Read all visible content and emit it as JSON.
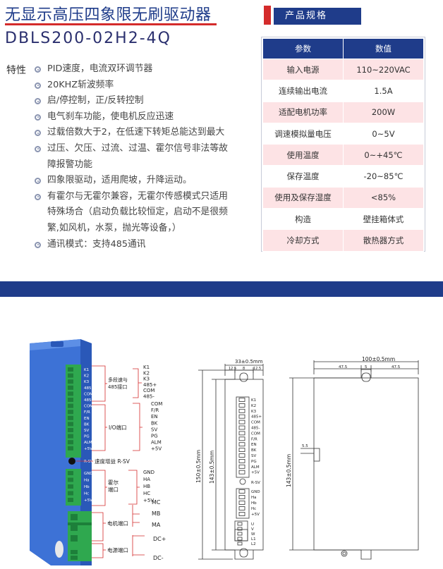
{
  "title": {
    "cn": "无显示高压四象限无刷驱动器",
    "en": "DBLS200-02H2-4Q"
  },
  "features": {
    "label": "特性",
    "items": [
      [
        "PID速度，电流双环调节器"
      ],
      [
        "20KHZ斩波频率"
      ],
      [
        "启/停控制，正/反转控制"
      ],
      [
        "电气刹车功能，使电机反应迅速"
      ],
      [
        "过载倍数大于2，在低速下转矩总能达到最大"
      ],
      [
        "过压、欠压、过流、过温、霍尔信号非法等故",
        "障报警功能"
      ],
      [
        "四象限驱动，适用爬坡，升降运动。"
      ],
      [
        "有霍尔与无霍尔兼容，无霍尔传感模式只适用",
        "特殊场合（启动负载比较恒定，启动不是很频",
        "繁,如风机，水泵，抛光等设备，）"
      ],
      [
        "通讯模式：支持485通讯"
      ]
    ]
  },
  "spec": {
    "heading": "产品规格",
    "columns": [
      "参数",
      "数值"
    ],
    "rows": [
      [
        "输入电源",
        "110~220VAC"
      ],
      [
        "连续输出电流",
        "1.5A"
      ],
      [
        "适配电机功率",
        "200W"
      ],
      [
        "调速模拟量电压",
        "0~5V"
      ],
      [
        "使用温度",
        "0~+45℃"
      ],
      [
        "保存温度",
        "-20~85℃"
      ],
      [
        "使用及保存湿度",
        "<85%"
      ],
      [
        "构造",
        "壁挂箱体式"
      ],
      [
        "冷却方式",
        "散热器方式"
      ]
    ]
  },
  "photo": {
    "group_labels": {
      "speed485": [
        "多段速与",
        "485接口"
      ],
      "io": "I/O端口",
      "speed_gain": "速度增益 R-SV",
      "hall": [
        "霍尔",
        "端口"
      ],
      "motor": "电机端口",
      "power": "电源端口"
    },
    "group1_pins": [
      "K1",
      "K2",
      "K3",
      "485+",
      "COM",
      "485-"
    ],
    "group2_pins": [
      "COM",
      "F/R",
      "EN",
      "BK",
      "SV",
      "PG",
      "ALM",
      "+5V"
    ],
    "group3_pins": [
      "GND",
      "HA",
      "HB",
      "HC",
      "+5V"
    ],
    "motor_pins": [
      "MC",
      "MB",
      "MA"
    ],
    "power_pins": [
      "DC+",
      "DC-"
    ],
    "device_pins_a": [
      "K1",
      "K2",
      "K3",
      "485+",
      "COM",
      "485-",
      "COM",
      "F/R",
      "EN",
      "BK",
      "SV",
      "PG",
      "ALM",
      "+5V"
    ],
    "device_rsv": "R-SV",
    "device_pins_b": [
      "GND",
      "Ha",
      "Hb",
      "Hc",
      "+5V"
    ]
  },
  "drawing_front": {
    "top_dim": "33±0.5mm",
    "sub_dims": [
      "12.5",
      "8",
      "12.5"
    ],
    "height_outer": "150±0.5mm",
    "height_inner": "143±0.5mm",
    "pins_a": [
      "K1",
      "K2",
      "K3",
      "485+",
      "COM",
      "485-",
      "COM",
      "F/R",
      "EN",
      "BK",
      "SV",
      "PG",
      "ALM",
      "+5V"
    ],
    "rsv": "R-SV",
    "pins_b": [
      "GND",
      "Ha",
      "Hb",
      "Hc",
      "+5V"
    ],
    "pins_c": [
      "U",
      "V",
      "W",
      "L1",
      "L2"
    ]
  },
  "drawing_side": {
    "top_dim": "100±0.5mm",
    "sub_dims": [
      "47.5",
      "5",
      "47.5"
    ],
    "height": "143±0.5mm",
    "small_dim": "5.5"
  },
  "colors": {
    "brand_blue": "#1f3c8a",
    "accent_red": "#d42b2b",
    "row_pink": "#fde3e5",
    "terminal_green": "#2fa84f",
    "device_blue": "#3a6fd1"
  }
}
